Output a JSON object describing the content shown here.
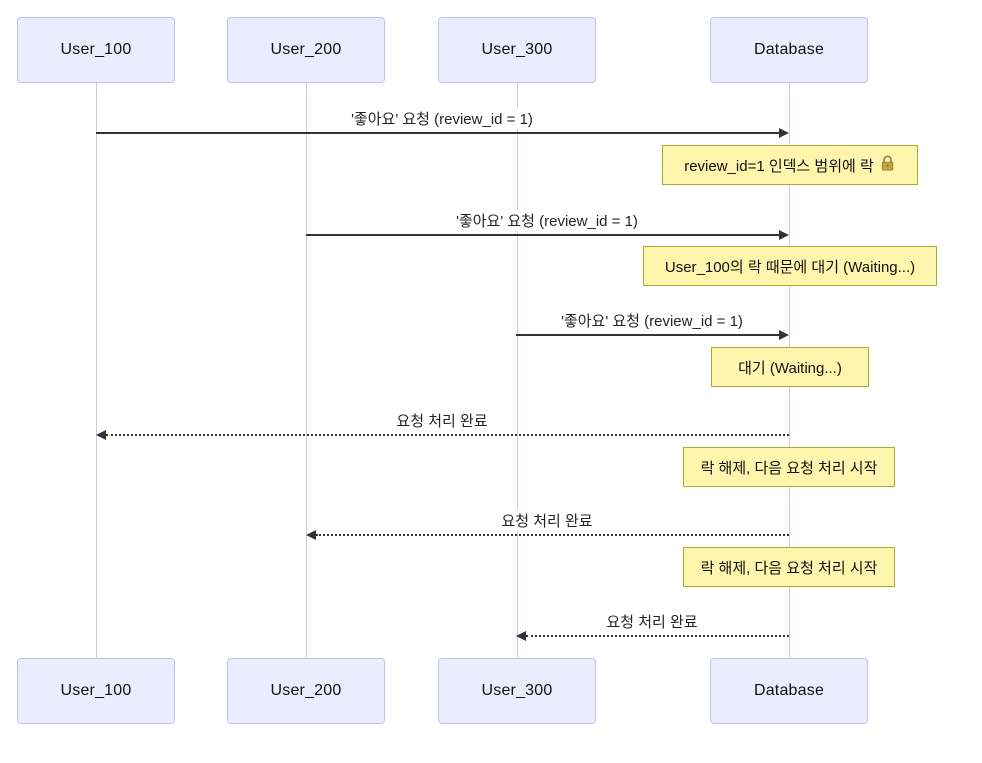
{
  "diagram": {
    "type": "sequence-diagram",
    "colors": {
      "actor_fill": "#ECECFF",
      "actor_border": "#C2C2EF",
      "lifeline": "#C9C9EC",
      "note_fill": "#FFF5AD",
      "note_border": "#AAAA33",
      "arrow": "#333333",
      "background": "#FFFFFF"
    },
    "actors": [
      {
        "label": "User_100"
      },
      {
        "label": "User_200"
      },
      {
        "label": "User_300"
      },
      {
        "label": "Database"
      }
    ],
    "messages": [
      {
        "from": "User_100",
        "to": "Database",
        "style": "solid",
        "text": "'좋아요' 요청 (review_id = 1)"
      },
      {
        "from": "User_200",
        "to": "Database",
        "style": "solid",
        "text": "'좋아요' 요청 (review_id = 1)"
      },
      {
        "from": "User_300",
        "to": "Database",
        "style": "solid",
        "text": "'좋아요' 요청 (review_id = 1)"
      },
      {
        "from": "Database",
        "to": "User_100",
        "style": "dashed",
        "text": "요청 처리 완료"
      },
      {
        "from": "Database",
        "to": "User_200",
        "style": "dashed",
        "text": "요청 처리 완료"
      },
      {
        "from": "Database",
        "to": "User_300",
        "style": "dashed",
        "text": "요청 처리 완료"
      }
    ],
    "notes": [
      {
        "over": "Database",
        "text": "review_id=1 인덱스 범위에 락",
        "icon": "lock-icon"
      },
      {
        "over": "Database",
        "text": "User_100의 락 때문에 대기 (Waiting...)"
      },
      {
        "over": "Database",
        "text": "대기 (Waiting...)"
      },
      {
        "over": "Database",
        "text": "락 해제, 다음 요청 처리 시작"
      },
      {
        "over": "Database",
        "text": "락 해제, 다음 요청 처리 시작"
      }
    ]
  }
}
